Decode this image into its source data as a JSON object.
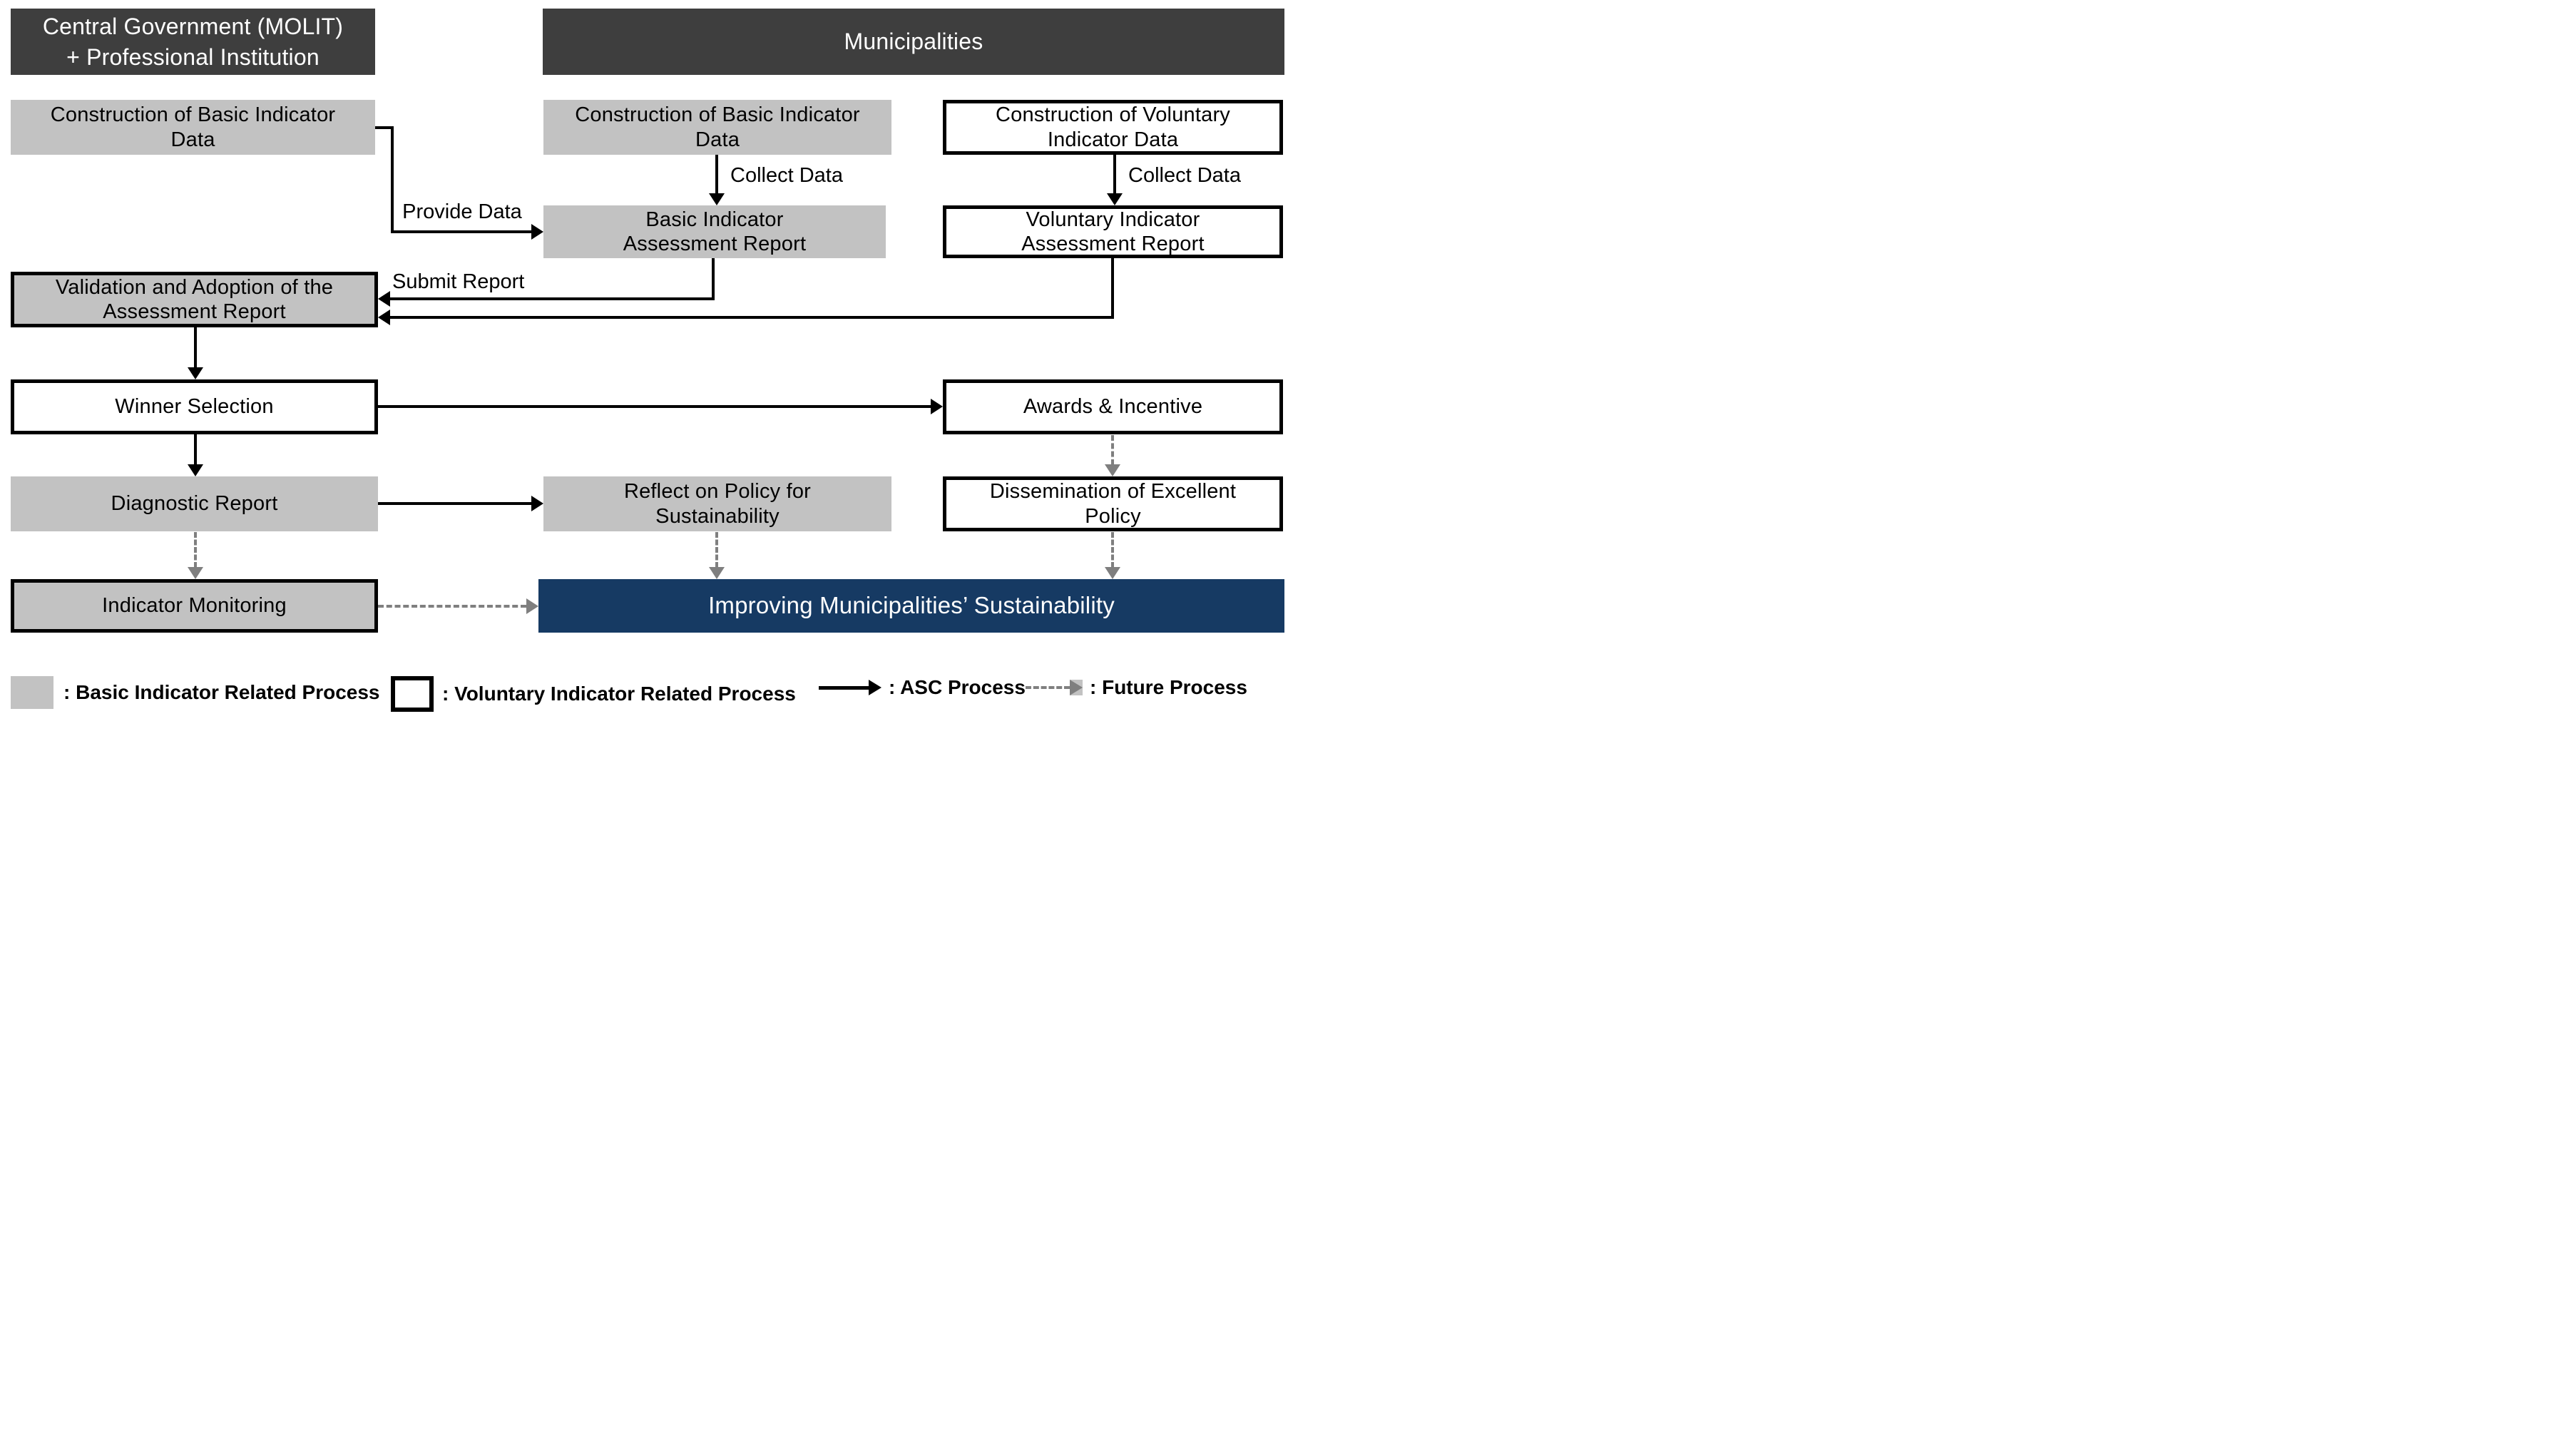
{
  "colors": {
    "header_dark": "#3e3e3e",
    "process_gray": "#c2c2c2",
    "result_navy": "#163a63",
    "future_dashed_gray": "#7f7f7f",
    "border_black": "#000000"
  },
  "headers": {
    "left": "Central Government (MOLIT)\n+ Professional Institution",
    "right": "Municipalities"
  },
  "boxes": {
    "construction_basic_left": "Construction of Basic Indicator\nData",
    "construction_basic_mid": "Construction of Basic Indicator\nData",
    "construction_voluntary": "Construction of Voluntary\nIndicator Data",
    "basic_assessment_report": "Basic Indicator\nAssessment Report",
    "voluntary_assessment_report": "Voluntary Indicator\nAssessment Report",
    "validation_adoption": "Validation and Adoption of the\nAssessment Report",
    "winner_selection": "Winner Selection",
    "awards_incentive": "Awards & Incentive",
    "diagnostic_report": "Diagnostic Report",
    "reflect_policy": "Reflect on Policy for\nSustainability",
    "dissemination_policy": "Dissemination of Excellent\nPolicy",
    "indicator_monitoring": "Indicator Monitoring",
    "improving_sustainability": "Improving Municipalities’ Sustainability"
  },
  "arrow_labels": {
    "provide_data": "Provide Data",
    "collect_data_mid": "Collect Data",
    "collect_data_right": "Collect Data",
    "submit_report": "Submit Report"
  },
  "legend": {
    "items": [
      {
        "swatch": "gray-box",
        "label": ": Basic Indicator Related Process"
      },
      {
        "swatch": "white-box",
        "label": ": Voluntary Indicator Related Process"
      },
      {
        "swatch": "solid-arrow",
        "label": ": ASC Process"
      },
      {
        "swatch": "dashed-arrow",
        "label": ": Future Process"
      }
    ]
  }
}
